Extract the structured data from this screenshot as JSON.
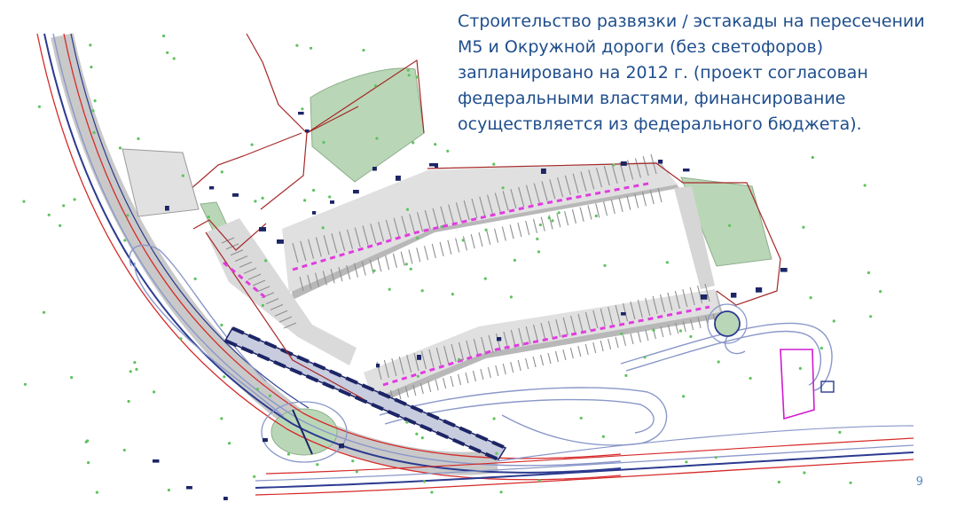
{
  "slide": {
    "caption_lines": [
      "Строительство развязки / эстакады на пересечении",
      "М5 и Окружной дороги (без светофоров)",
      "запланировано на 2012 г. (проект согласован",
      "федеральными властями, финансирование",
      "осуществляется из федерального бюджета)."
    ],
    "page_number": "9"
  },
  "colors": {
    "caption_text": "#1f4e8c",
    "page_number": "#5a8ec4",
    "road_main": "#2b3a8f",
    "road_lane": "#8a97c9",
    "road_edge": "#d62a2a",
    "parking_fill": "#e0e0e0",
    "parking_shadow": "#b8b8b8",
    "green_area": "#b9d7b7",
    "marking": "#e23be0",
    "boundary": "#a62828",
    "bridge": "#1c2566",
    "trees": "#5fc25f"
  }
}
